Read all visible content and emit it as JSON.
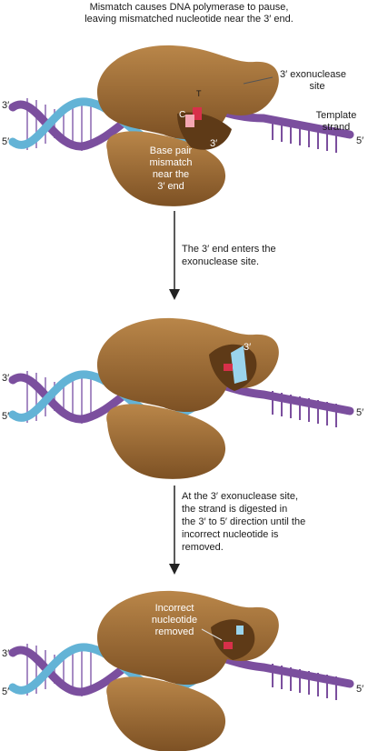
{
  "caption": {
    "line1": "Mismatch causes DNA polymerase to pause,",
    "line2": "leaving mismatched nucleotide near the 3′ end."
  },
  "panel1": {
    "end_label_3_left": "3′",
    "end_label_5_left": "5′",
    "end_label_5_right": "5′",
    "exonuclease_line1": "3′ exonuclease",
    "exonuclease_line2": "site",
    "template_line1": "Template",
    "template_line2": "strand",
    "mismatch_line1": "Base pair",
    "mismatch_line2": "mismatch",
    "mismatch_line3": "near the",
    "mismatch_line4": "3′ end",
    "nucleotide_T": "T",
    "nucleotide_C": "C",
    "strand_end_3": "3′"
  },
  "step1": {
    "line1": "The 3′ end enters the",
    "line2": "exonuclease site."
  },
  "panel2": {
    "end_label_3_left": "3′",
    "end_label_5_left": "5′",
    "end_label_5_right": "5′",
    "strand_end_3": "3′"
  },
  "step2": {
    "line1": "At the 3′ exonuclease site,",
    "line2": "the strand is digested in",
    "line3": "the 3′ to 5′ direction until the",
    "line4": "incorrect nucleotide is",
    "line5": "removed."
  },
  "panel3": {
    "end_label_3_left": "3′",
    "end_label_5_left": "5′",
    "end_label_5_right": "5′",
    "removed_line1": "Incorrect",
    "removed_line2": "nucleotide",
    "removed_line3": "removed"
  },
  "colors": {
    "polymerase": "#9c6a33",
    "polymerase_shadow": "#5e3a17",
    "template_strand": "#7b4f9e",
    "new_strand": "#63b3d6",
    "mismatch": "#d8304a",
    "arrow": "#222222"
  }
}
